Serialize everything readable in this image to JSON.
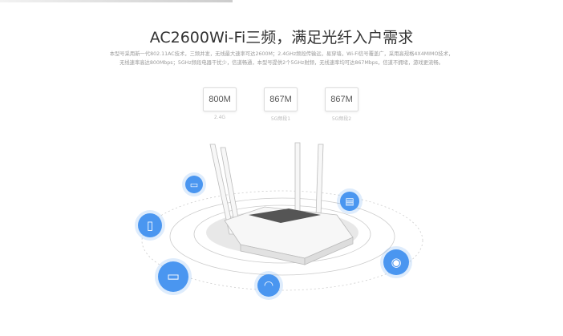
{
  "title": "AC2600Wi-Fi三频，满足光纤入户需求",
  "desc": [
    "本型号采用新一代802.11AC技术，三频并发，无线最大速率可达2600M；2.4GHz频段传输远，易穿墙，Wi-Fi信号覆盖广，采用高规格4X4MIMO技术，",
    "无线速率高达800Mbps；5GHz频段电器干扰少，信道畅通，本型号提供2个5GHz射频，无线速率均可达867Mbps，信道不拥堵，游戏更流畅。"
  ],
  "bands": [
    {
      "speed": "800M",
      "label": "2.4G"
    },
    {
      "speed": "867M",
      "label": "5G频段1"
    },
    {
      "speed": "867M",
      "label": "5G频段2"
    }
  ],
  "accent": "#4a96f0"
}
